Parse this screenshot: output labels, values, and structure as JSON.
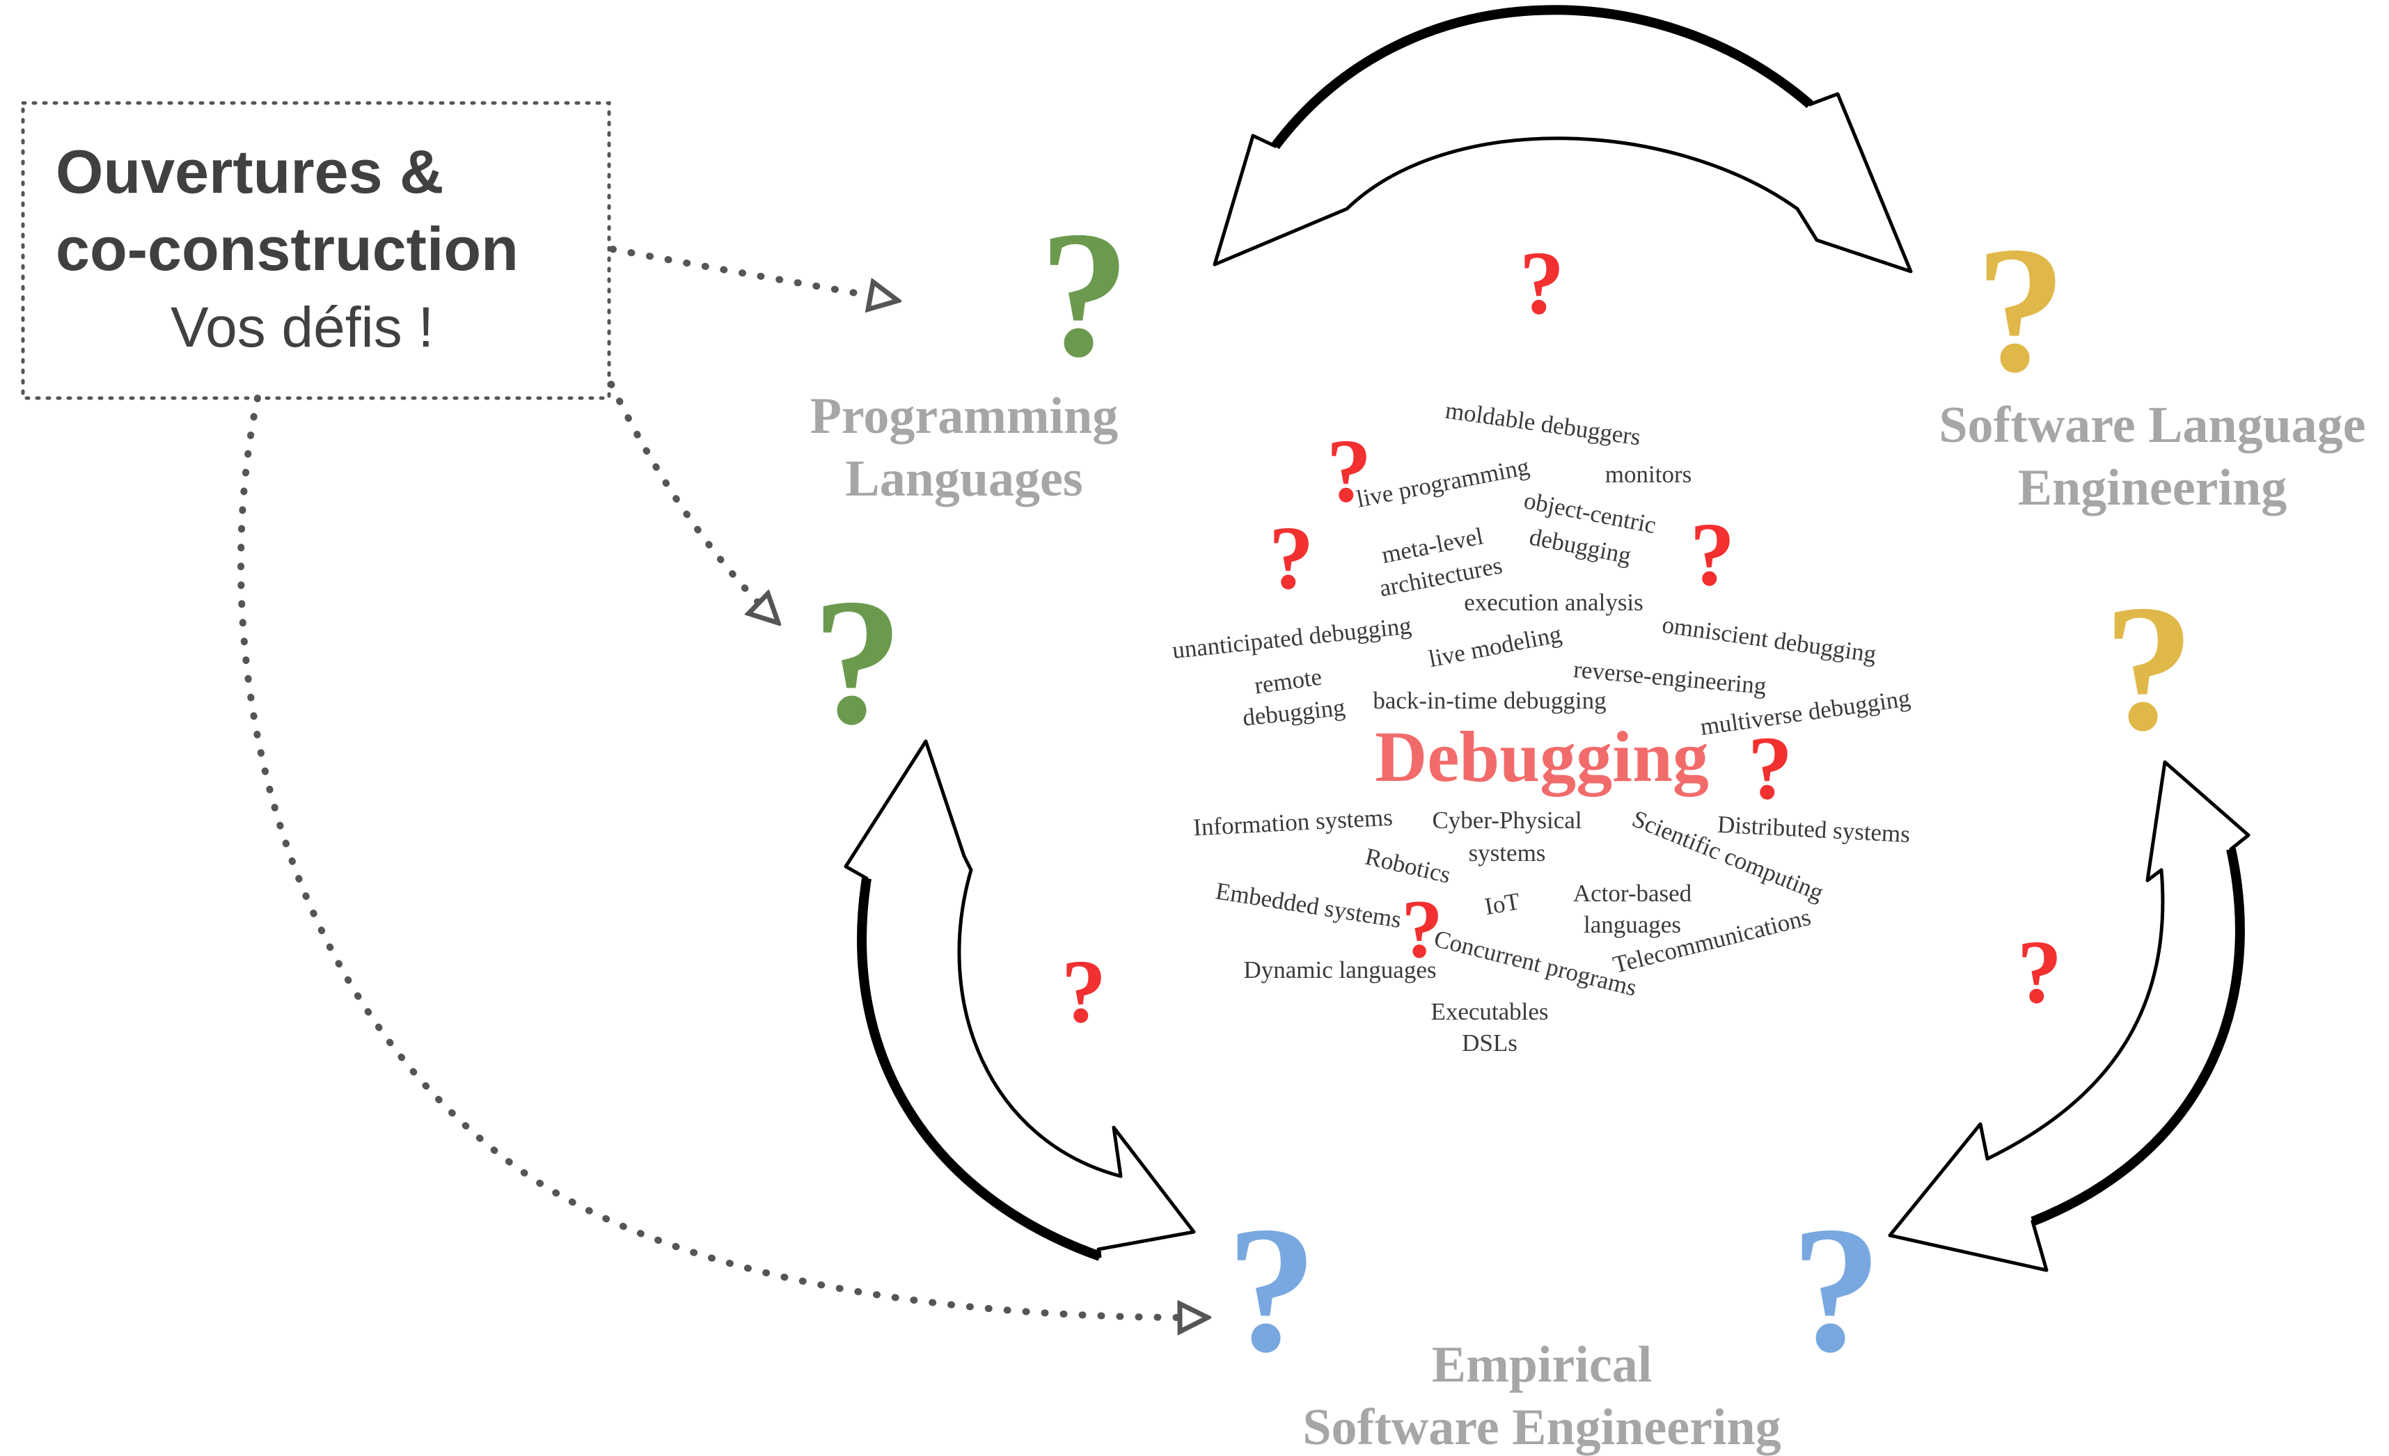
{
  "callout": {
    "line1": "Ouvertures &",
    "line2": "co-construction",
    "line3": "Vos défis !"
  },
  "fields": {
    "programming_languages": [
      "Programming",
      "Languages"
    ],
    "software_language_engineering": [
      "Software Language",
      "Engineering"
    ],
    "empirical_software_engineering": [
      "Empirical",
      "Software Engineering"
    ]
  },
  "center": {
    "title": "Debugging",
    "topics": [
      "moldable debuggers",
      "monitors",
      "live programming",
      "object-centric",
      "debugging",
      "meta-level",
      "architectures",
      "execution analysis",
      "unanticipated debugging",
      "omniscient debugging",
      "live modeling",
      "remote",
      "debugging",
      "reverse-engineering",
      "back-in-time debugging",
      "multiverse debugging"
    ],
    "domains": [
      "Information systems",
      "Cyber-Physical",
      "systems",
      "Distributed systems",
      "Robotics",
      "Scientific computing",
      "Embedded systems",
      "IoT",
      "Actor-based",
      "languages",
      "Telecommunications",
      "Concurrent programs",
      "Dynamic languages",
      "Executables",
      "DSLs"
    ]
  },
  "question_mark": "?",
  "colors": {
    "green": "#6b9a4f",
    "gold": "#e0b84a",
    "blue": "#79a8e0",
    "red": "#f23030",
    "field_label": "#a6a6a6",
    "debugging_title": "#f26b6b",
    "word_text": "#3a3a3a",
    "dotted": "#555555"
  }
}
